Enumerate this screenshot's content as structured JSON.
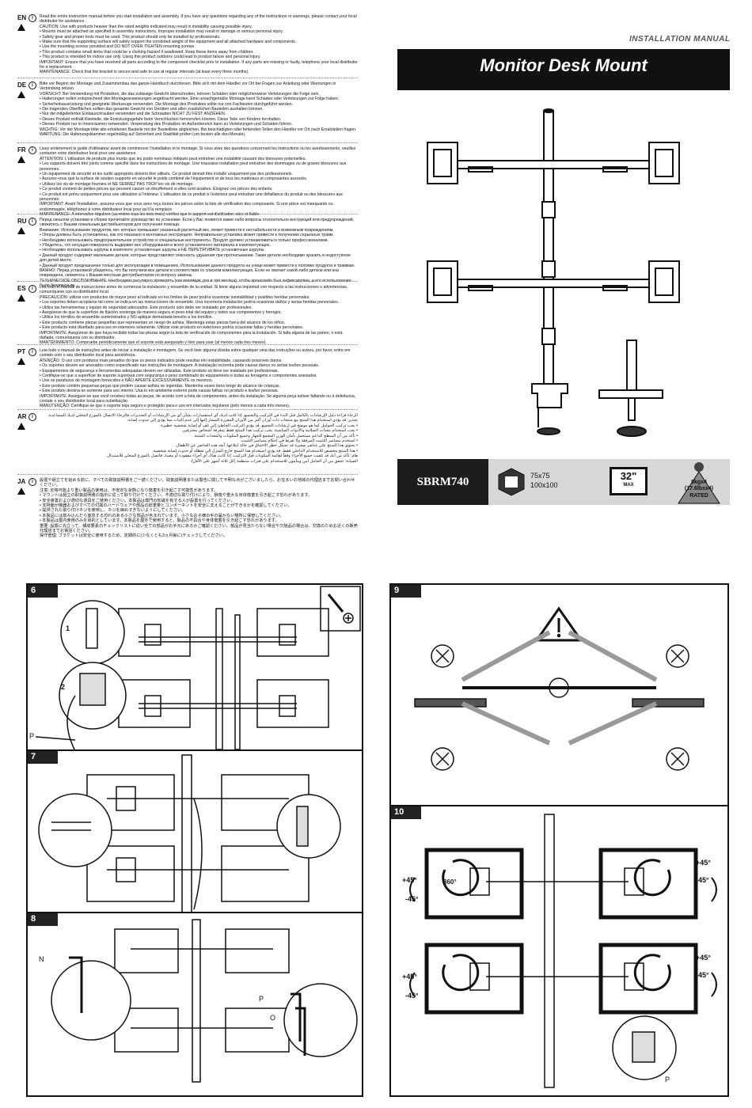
{
  "languages": [
    {
      "code": "EN",
      "lines": [
        "Read the entire instruction manual before you start installation and assembly. If you have any questions regarding any of the instructions or warnings, please contact your local distributor for assistance.",
        "CAUTION: Use with products heavier than the rated weights indicated may result in instability causing possible injury.",
        "• Mounts must be attached as specified in assembly instructions. Improper installation may result in damage or serious personal injury.",
        "• Safety gear and proper tools must be used. This product should only be installed by professionals.",
        "• Make sure that the supporting surface will safely support the combined weight of the equipment and all attached hardware and components.",
        "• Use the mounting screws provided and DO NOT OVER TIGHTEN mounting screws.",
        "• This product contains small items that could be a choking hazard if swallowed. Keep these items away from children.",
        "• This product is intended for indoor use only. Using this product outdoors could lead to product failure and personal injury.",
        "IMPORTANT: Ensure that you have received all parts according to the component checklist prior to installation. If any parts are missing or faulty, telephone your local distributor for a replacement.",
        "MAINTENANCE: Check that the bracket is secure and safe to use at regular intervals (at least every three months)."
      ]
    },
    {
      "code": "DE",
      "lines": [
        "Bitte vor Beginn der Montage und Zusammenbau das ganze Handbuch durchlesen. Bitte sich mit dem Händler vor Ort bei Fragen zur Anleitung oder Warnungen in Verbindung setzen.",
        "VORSICHT: Bei Verwendung mit Produkten, die das zulässige Gewicht überschreiten, können Schäden oder möglicherweise Verletzungen die Folge sein.",
        "• Halterungen sollen entsprechend den Montageanweisungen angebracht werden. Eine unsachgemäße Montage kann Schäden oder Verletzungen zur Folge haben.",
        "• Sicherheitsausrüstung und geeignete Werkzeuge verwenden. Die Montage des Produktes sollte nur von Fachleuten durchgeführt werden.",
        "• Die tragenden Oberflächen sollten das gesamte Gewicht von Geräten und allen zusätzlichen Bauteilen aushalten können.",
        "• Nur die mitgelieferten Einbauschrauben verwenden und die Schrauben NICHT ZU FEST ANZIEHEN.",
        "• Dieses Produkt enthält Kleinteile, die Erstickungsgefahr beim Verschlucken hervorrufen können. Diese Teile von Kindern fernhalten.",
        "• Dieses Produkt nur in Innenräumen verwenden. Verwendung des Produktes im Außenbereich kann zu Verletzungen und Schäden führen.",
        "WICHTIG: Vor der Montage bitte alle erhaltenen Bauteile mit der Bauteilliste abgleichen. Bei beschädigten oder fehlenden Teilen den Händler vor Ort nach Ersatzteilen fragen.",
        "WARTUNG: Die Halterungsklammer regelmäßig auf Sicherheit und Stabilität prüfen (um besten alle drei Monate)."
      ]
    },
    {
      "code": "FR",
      "lines": [
        "Lisez entièrement le guide d'utilisateur avant de commencer l'installation et le montage. Si vous avez des questions concernant les instructions ou les avertissements, veuillez contacter votre distributeur local pour une assistance.",
        "ATTENTION: L'utilisation de produits plus lourds que les poids nominaux indiqués peut entraîner une instabilité causant des blessures potentielles.",
        "• Les supports doivent être joints comme spécifié dans les instructions de montage. Une mauvaise installation peut entraîner des dommages ou de graves blessures aux personnes.",
        "• Un équipement de sécurité et les outils appropriés doivent être utilisés. Ce produit devrait être installé uniquement par des professionnels.",
        "• Assurez-vous que la surface de soutien supporte en sécurité le poids combiné de l'équipement et de tous les matériaux et composantes associés.",
        "• Utilisez les vis de montage fournies et NE SERREZ PAS TROP les vis de montage.",
        "• Ce produit contient de petites pièces qui peuvent causer un étouffement si elles sont avalées. Éloignez ces pièces des enfants.",
        "• Ce produit est prévu uniquement pour une utilisation à l'intérieur. L'utilisation de ce produit à l'extérieur peut entraîner une défaillance du produit ou  des blessures aux personnes.",
        "IMPORTANT: Avant l'installation, assurez-vous que vous avez reçu toutes les pièces selon la liste de vérification des composants. Si une pièce est manquante ou endommagée, téléphonez à votre distributeur local pour qu'il la remplace.",
        "MAINTENANCE: A intervalles réguliers (au moins tous les trois mois) vérifiez que le support est d'utilisation sûre et fiable."
      ]
    },
    {
      "code": "RU",
      "lines": [
        "Перед началом установки и сборки прочитайте руководство по установке. Если у Вас появятся какие-либо вопросы относительно инструкций или предупреждений, свяжитесь с Вашим локальным дистрибьютером для получения помощи.",
        "Внимание: Использование продуктов, вес которых превышает указанный расчетный вес, может привести к нестабильности и возможным повреждениям.",
        "• Опоры должны быть установлены, как это показано в монтажных инструкциях. Неправильная установка может привести к получению серьезных травм.",
        "• Необходимо использовать предохранительное устройство и специальные инструменты. Продукт должен устанавливаться только профессионалами.",
        "• Убедитесь, что несущая поверхность выдержит вес оборудования и всего установочного материала и комплектующих.",
        "• Необходимо использовать шурупы в комплекте установочные шурупы и НЕ ПЕРЕТЯГИВАТЬ установочные шурупы.",
        "• Данный продукт содержит маленькие детали, которые представляют опасность удушения при проглатывании. Такие детали необходимо хранить в недоступном для детей месте.",
        "• Данный продукт предназначен только для эксплуатации в помещениях. Использование данного продукта на улице может привести к поломке продукта и травмам.",
        "ВАЖНО: Перед установкой убедитесь, что Вы получили все детали в соответствии со списком комплектующих. Если не хватает какой-либо детали или она повреждена, свяжитесь с Вашим местным дистрибьютером по вопросу замены.",
        "ТЕХНИЧЕСКОЕ ОБСЛУЖИВАНИЕ: Необходимо регулярно проверять (как минимум, раз в три месяца), чтобы кронштейн был зафиксирован, и его использование было безопасным."
      ]
    },
    {
      "code": "ES",
      "lines": [
        "Lea todo el manual de instrucciones antes de comenzar la instalación y ensamble de la unidad. Si tiene alguna inquietud con respecto a las instrucciones o advertencias, comuníquese con su distribuidor local.",
        "PRECAUCIÓN: utilizar con productos de mayor peso al indicado en los límites de peso podría ocasionar inestabilidad y posibles heridas personales.",
        "• Los soportes deben acoplarse tal como se indica en las instrucciones de ensamble. Una incorrecta instalación podría ocasionar daños y serias heridas personales.",
        "• Utilice las herramientas y equipo de seguridad adecuados. Este producto solo debe ser instalado por profesionales.",
        "• Asegúrese de que la superficie de fijación sostenga de manera segura el peso total del equipo y todos sus componentes y herrajes.",
        "• Utilice los tornillos de ensamble suministrados y NO aplique demasiada tensión a los tornillos.",
        "• Este producto contiene piezas pequeñas que representan un riesgo de asfixia. Mantenga estas piezas fuera del alcance de los niños.",
        "• Este producto está diseñado para uso en interiores solamente. Utilizar este producto en exteriores podría ocasionar fallas y heridas personales.",
        "IMPORTANTE: Asegúrese de que haya recibido todas las piezas según la lista de verificación de componentes para la instalación. Si falta alguna de las partes, o está dañada, comuníquese con su distribuidor.",
        "MANTENIMIENTO: Compruebe periódicamente que el soporte está asegurado y listo para usar (al menos cada tres meses)."
      ]
    },
    {
      "code": "PT",
      "lines": [
        "Leia todo o manual de instruções antes de iniciar a instalação e montagem. Se você tiver alguma dúvida sobre qualquer uma das instruções ou avisos, por favor, entre em contato com o seu distribuidor local para assistência.",
        "ATENÇÃO: O uso com produtos mais pesados do que os pesos indicados pode resultar em instabilidade, causando possíveis danos.",
        "• Os suportes devem ser anexados como especificado nas instruções de montagem. A instalação incorreta pode causar danos ou sérias lesões pessoais.",
        "• Equipamentos de segurança e ferramentas adequadas devem ser utilizadas. Este produto só deve ser instalado por profissionais.",
        "• Certifique-se que a superfície de suporte suportará com segurança o peso combinado do equipamento e todas as ferragens e componentes anexados.",
        "• Use os parafusos de montagem fornecidos e NÃO APERTE EXCESSIVAMENTE os mesmos.",
        "• Este produto contém pequenas peças que podem causar asfixia se ingeridas. Mantenha esses itens longe do alcance de crianças.",
        "• Este produto destina-se somente para uso interno. Usá-lo em ambiente externo pode causar falhas no produto e lesões pessoais.",
        "IMPORTANTE: Assegure-se que você recebeu todas as peças, de acordo com a lista de componentes, antes da instalação. Se alguma peça estiver faltando ou é defeituosa, contate o seu distribuidor local para substituição.",
        "MANUTENÇÃO: Certifique-se que o suporte seja seguro e protegido para o uso em intervalos regulares (pelo menos a cada três meses)."
      ]
    },
    {
      "code": "AR",
      "lines": [
        "الرجاء قراءة دليل الإرشادات بالكامل قبل البدء في التركيب والتجميع. إذا كانت لديك أي استفسارات بشأن أي من الإرشادات أو التحذيرات فالرجاء الاتصال بالموزع المحلي لديك للمساعدة.",
        "تحذير: قد يؤدي استخدام هذا المنتج مع منتجات ذات أوزان أكبر من الأوزان المقررة المشار إليها إلى عدم الثبات مما يؤدي إلى حدوث إصابة.",
        "• يجب تركيب الحوامل كما هو موضح في إرشادات التجميع. قد يؤدي التركيب الخاطئ إلى تلف أو إصابة شخصية خطيرة.",
        "• يجب استخدام معدات السلامة والأدوات المناسبة. يجب تركيب هذا المنتج فقط بمعرفة أشخاص محترفين.",
        "• تأكد من أن السطح الداعم سيتحمل بأمان الوزن المجمع للجهاز وجميع المكونات والمعدات المثبتة.",
        "• استخدم مسامير التثبيت المرفقة ولا تفرط في إحكام مسامير التثبيت.",
        "• يحتوي هذا المنتج على عناصر صغيرة قد تشكل خطر الاختناق في حالة ابتلاعها. أبعد هذه العناصر عن الأطفال.",
        "• هذا المنتج مخصص للاستخدام الداخلي فقط. قد يؤدي استخدام هذا المنتج خارج المنزل إلى تعطله أو حدوث إصابة شخصية.",
        "هام: تأكد من أنك قد تلقيت جميع الأجزاء وفقاً لقائمة المكونات قبل التركيب. إذا كانت هناك أي أجزاء مفقودة أو معيبة، فاتصل بالموزع المحلي للاستبدال.",
        "الصيانة: تحقق من أن الحامل آمن ومأمون للاستخدام على فترات منتظمة (كل ثلاثة أشهر على الأقل)."
      ]
    },
    {
      "code": "JA",
      "lines": [
        "設置や組立てを始める前に、すべての取扱説明書をご一読ください。取扱説明書または警告に関して不明な点がございましたら、お住まいの地域の代理店までお問い合わせください。",
        "注意: 定格可能より重い製品の使用は、不安定な状態になり傷害を引き起こす可能性があります。",
        "• マウントは組立の取扱説明書の指示に従って取り付けてください。不適切な取り付けにより、損傷や重大な身体傷害を引き起こす恐れがあります。",
        "• 安全装置および適切な道具をご使用ください。本製品は専門の知識を有する人が設置を行ってください。",
        "• 支持面が機器およびすべての付属のハードウェアや部品の総重量とコンポーネントを安全に支えることができるかを確認してください。",
        "• 提供された取り付けネジを使用し、ネジを締めすぎないようにしてください。",
        "• 本製品には飲み込んだら窒息する恐れのある小さな部品が含まれています。小さなお子様の手の届かない場所に保管してください。",
        "• 本製品は屋内使用のみを目的としています。本製品を屋外で使用すると、製品の不具合や身体傷害を引き起こす恐れがあります。",
        "重要: 設置に先立って、構成要素のチェックリストに従い全ての部品がお手元にあるかご確認ください。部品が見当たらない場合や欠陥品の場合は、交換のためお近くの販売代理店までお電話ください。",
        "保守管理: ブラケットは安全に使用するため、定期的に(少なくとも3ヵ月毎に)チェックしてください。"
      ]
    }
  ],
  "header": {
    "manual_label": "INSTALLATION MANUAL",
    "title": "Monitor Desk Mount"
  },
  "specs": {
    "model": "SBRM740",
    "vesa_line1": "75x75",
    "vesa_line2": "100x100",
    "screen_size": "32\"",
    "screen_label": "MAX",
    "weight_line1": "8kgx4",
    "weight_line2": "(17.6lbsx4)",
    "weight_line3": "RATED"
  },
  "steps": [
    {
      "num": "6",
      "labels": {
        "one": "1",
        "two": "2",
        "p": "P"
      }
    },
    {
      "num": "7"
    },
    {
      "num": "8",
      "labels": {
        "n": "N",
        "p": "P",
        "o": "O"
      }
    },
    {
      "num": "9"
    },
    {
      "num": "10",
      "labels": {
        "pos45a": "+45°",
        "neg45a": "-45°",
        "pos45b": "+45°",
        "neg45b": "-45°",
        "pos45c": "+45°",
        "neg45c": "-45°",
        "pos45d": "+45°",
        "neg45d": "-45°",
        "deg360": "360°",
        "p": "P"
      }
    }
  ],
  "colors": {
    "dark": "#111111",
    "grey": "#d7d7d7",
    "accent_label": "#555555"
  }
}
